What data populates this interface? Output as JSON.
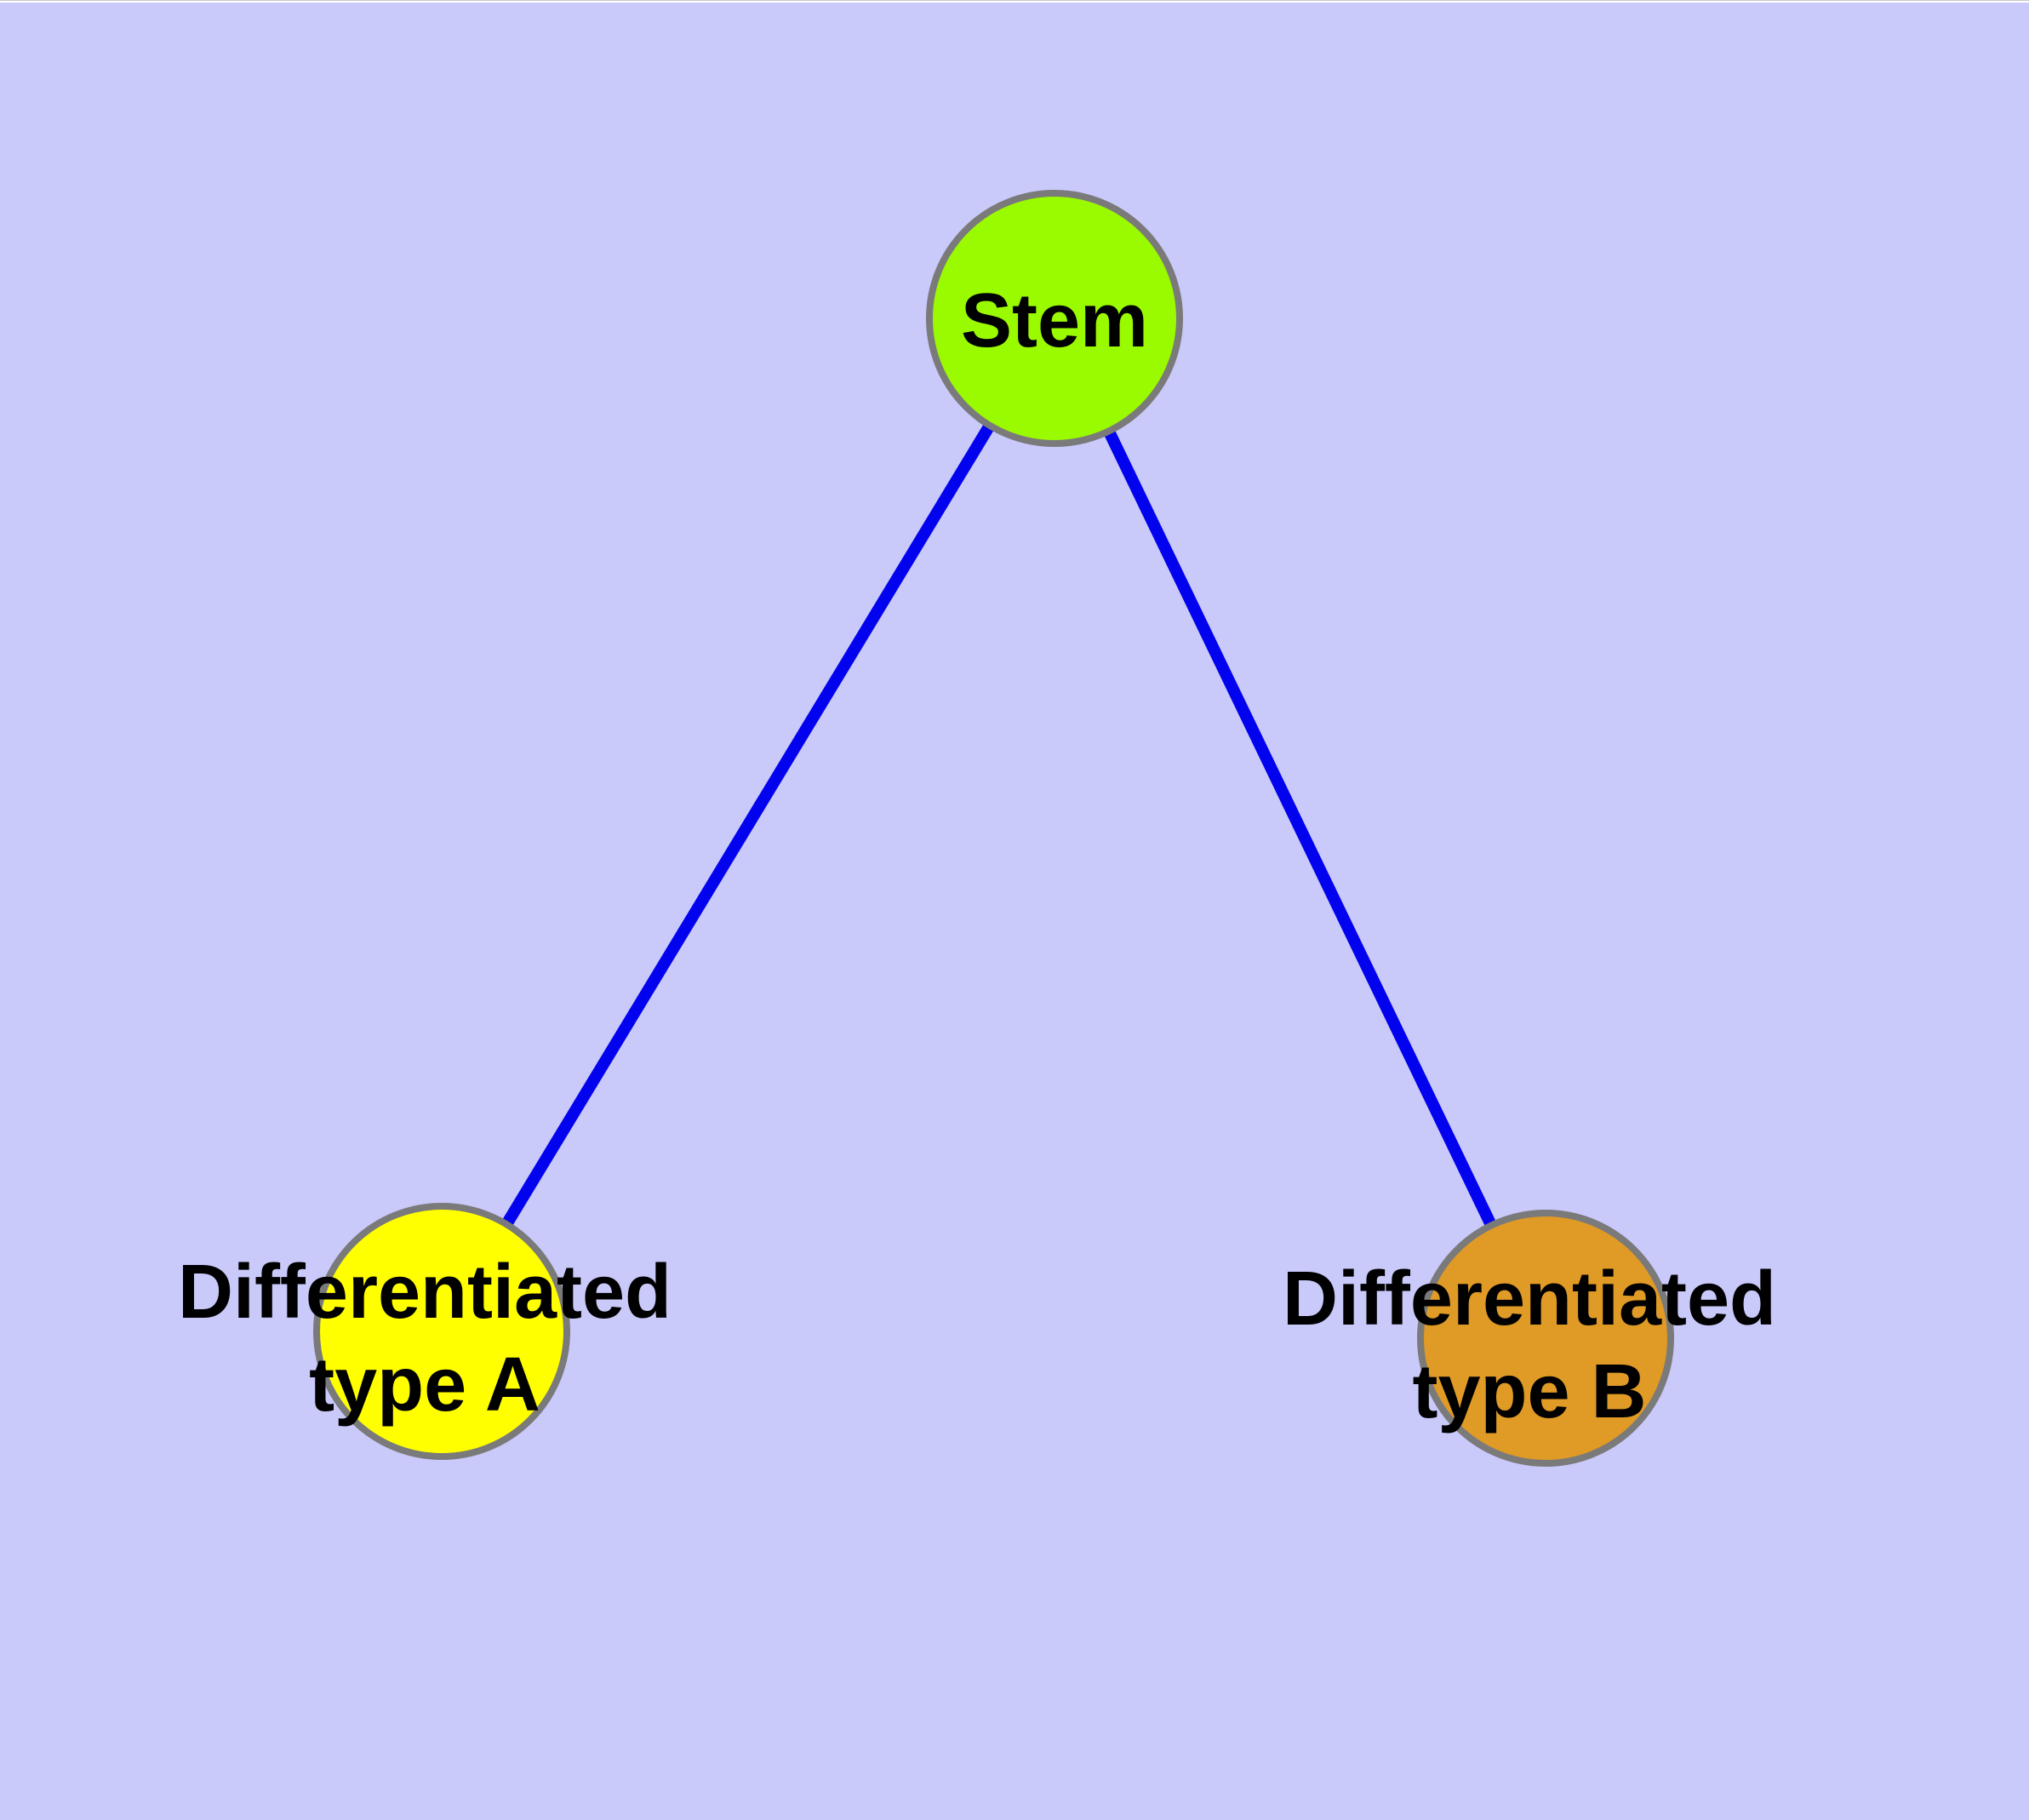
{
  "diagram": {
    "type": "node-link-graph",
    "background_color": "#C9C9FA",
    "edge_color": "#0202EE",
    "node_border_color": "#7A7A7A",
    "label_color": "#000000",
    "nodes": [
      {
        "id": "stem",
        "label": "Stem",
        "fill": "#9AFA00"
      },
      {
        "id": "differentiated-type-a",
        "label_line1": "Differentiated",
        "label_line2": "type A",
        "fill": "#FFFF00"
      },
      {
        "id": "differentiated-type-b",
        "label_line1": "Differentiated",
        "label_line2": "type B",
        "fill": "#E09A26"
      }
    ],
    "edges": [
      {
        "from": "Stem",
        "to": "Differentiated type A"
      },
      {
        "from": "Stem",
        "to": "Differentiated type B"
      }
    ]
  }
}
